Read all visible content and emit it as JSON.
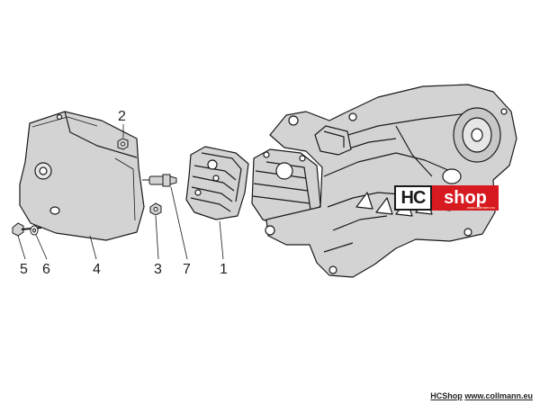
{
  "callouts": [
    {
      "id": "2",
      "label": "2"
    },
    {
      "id": "5",
      "label": "5"
    },
    {
      "id": "6",
      "label": "6"
    },
    {
      "id": "4",
      "label": "4"
    },
    {
      "id": "3",
      "label": "3"
    },
    {
      "id": "7",
      "label": "7"
    },
    {
      "id": "1",
      "label": "1"
    }
  ],
  "logo": {
    "part1": "HC",
    "part2": "shop",
    "tagline": "www.collmann.eu"
  },
  "footer": {
    "brand": "HCShop",
    "site": "www.collmann.eu"
  },
  "colors": {
    "line": "#1a1a1a",
    "fill": "#d3d3d3",
    "logo_red": "#d71920"
  }
}
